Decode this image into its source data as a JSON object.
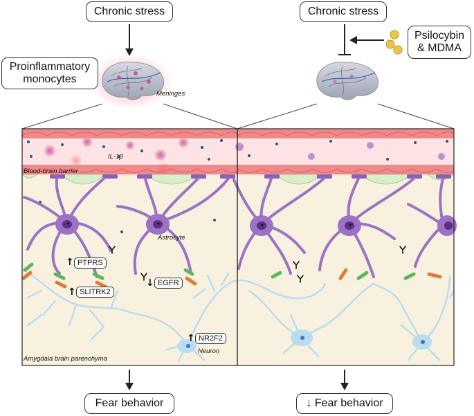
{
  "top": {
    "left_stress": "Chronic stress",
    "right_stress": "Chronic stress",
    "monocytes": "Proinflammatory\nmonocytes",
    "drug": "Psilocybin\n& MDMA",
    "meninges": "Meninges"
  },
  "panel": {
    "il1b": "IL-1β",
    "bbb": "Blood-brain barrier",
    "astrocyte": "Astrocyte",
    "neuron": "Neuron",
    "parenchyma": "Amygdala brain parenchyma"
  },
  "markers": {
    "ptprs": "PTPRS",
    "slitrk2": "SLITRK2",
    "egfr": "EGFR",
    "nr2f2": "NR2F2",
    "up": "↑",
    "down": "↓"
  },
  "bottom": {
    "left_outcome": "Fear behavior",
    "right_outcome": "↓ Fear behavior"
  },
  "colors": {
    "vessel": "#f08a8a",
    "plasma": "#fde3e3",
    "parenchyma": "#f8f1df",
    "astrocyte": "#9b72c4",
    "astro_dark": "#5b2f87",
    "endfoot": "#d9eecb",
    "neuron": "#b9dcef",
    "green_bar": "#5cb85c",
    "orange_bar": "#e07a3a",
    "pill": "#e8c84a"
  }
}
